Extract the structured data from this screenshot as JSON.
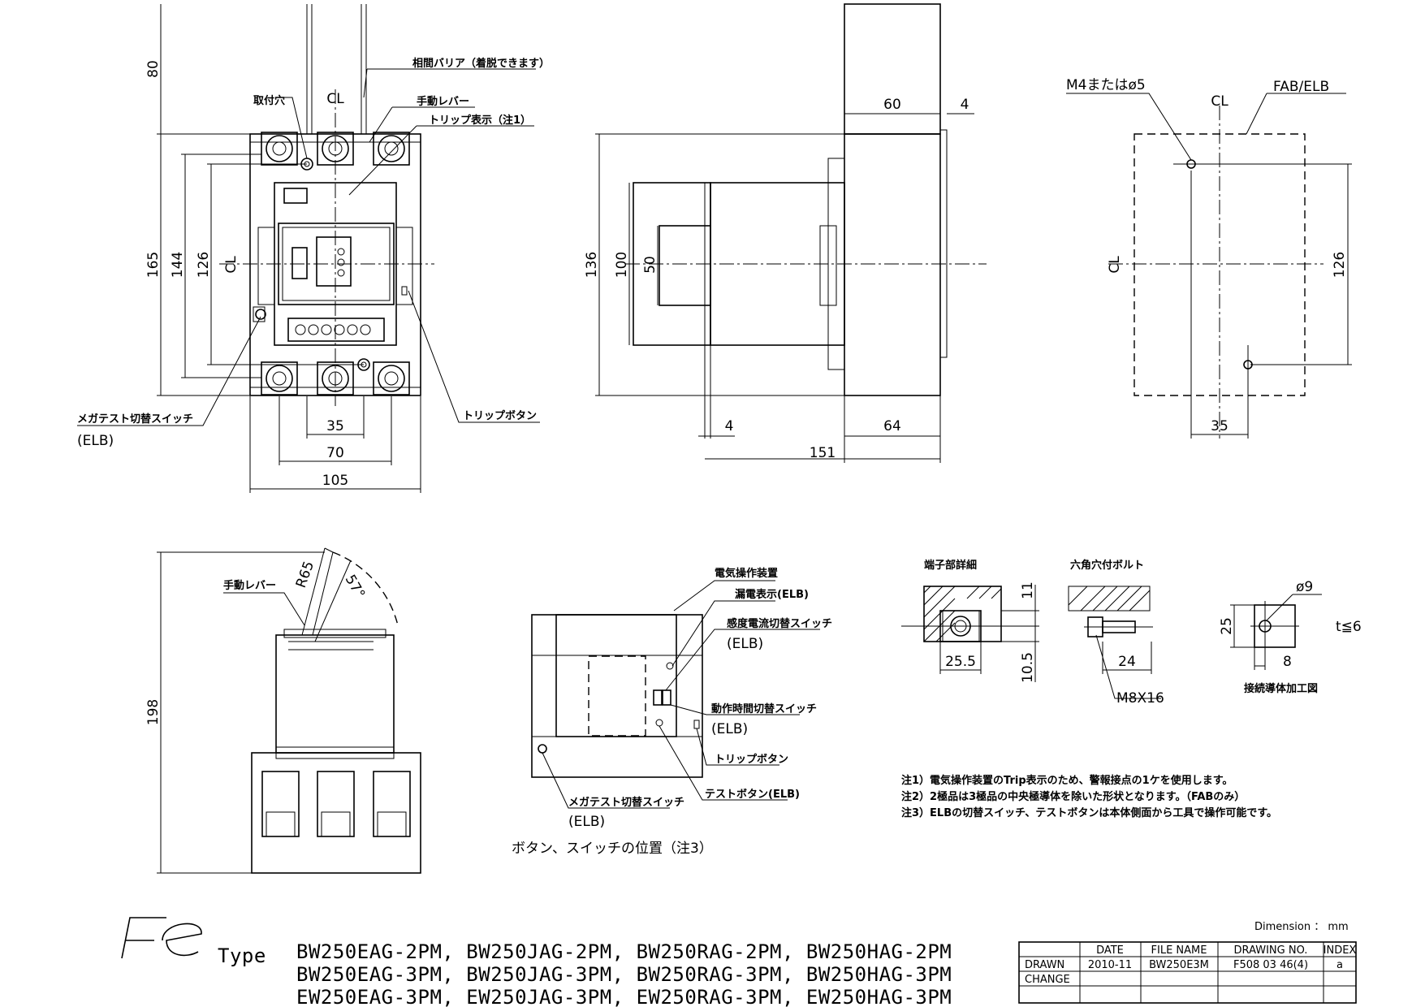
{
  "front_view": {
    "dims": {
      "h80": "80",
      "h165": "165",
      "h144": "144",
      "h126": "126",
      "w35": "35",
      "w70": "70",
      "w105": "105"
    },
    "labels": {
      "mount_hole": "取付穴",
      "barrier": "相間バリア（着脱できます）",
      "manual_lever": "手動レバー",
      "trip_indicator": "トリップ表示（注1）",
      "trip_button": "トリップボタン",
      "megatest_switch": "メガテスト切替スイッチ",
      "elb": "(ELB)"
    },
    "centerline": "CL"
  },
  "side_view": {
    "dims": {
      "d60": "60",
      "d4a": "4",
      "d136": "136",
      "d100": "100",
      "d50": "50",
      "d4b": "4",
      "d64": "64",
      "d151": "151"
    }
  },
  "cutout": {
    "labels": {
      "m4": "M4またはø5",
      "fab_elb": "FAB/ELB"
    },
    "dims": {
      "h126": "126",
      "w35": "35"
    },
    "centerline": "CL"
  },
  "lever_view": {
    "labels": {
      "manual_lever": "手動レバー",
      "r65": "R65",
      "angle": "57°"
    },
    "dims": {
      "h198": "198"
    }
  },
  "button_view": {
    "labels": {
      "operator": "電気操作装置",
      "leak_indicator": "漏電表示(ELB)",
      "sensitivity": "感度電流切替スイッチ",
      "elb1": "(ELB)",
      "time_switch": "動作時間切替スイッチ",
      "elb2": "(ELB)",
      "trip_button": "トリップボタン",
      "test_button": "テストボタン(ELB)",
      "megatest": "メガテスト切替スイッチ",
      "elb3": "(ELB)"
    },
    "caption": "ボタン、スイッチの位置（注3）"
  },
  "terminal": {
    "title": "端子部詳細",
    "dims": {
      "d11": "11",
      "d25_5": "25.5",
      "d10_5": "10.5"
    }
  },
  "bolt": {
    "title": "六角穴付ボルト",
    "dims": {
      "d24": "24",
      "m8": "M8X16"
    }
  },
  "conductor": {
    "caption": "接続導体加工図",
    "dims": {
      "phi9": "ø9",
      "d25": "25",
      "t": "t≦6",
      "d8": "8"
    }
  },
  "notes": [
    "注1）電気操作装置のTrip表示のため、警報接点の1ケを使用します。",
    "注2）2極品は3極品の中央極導体を除いた形状となります。（FABのみ）",
    "注3）ELBの切替スイッチ、テストボタンは本体側面から工具で操作可能です。"
  ],
  "dimension_unit": "Dimension ： mm",
  "logo": "Fe",
  "type_label": "Type",
  "types": [
    "BW250EAG-2PM, BW250JAG-2PM, BW250RAG-2PM, BW250HAG-2PM",
    "BW250EAG-3PM, BW250JAG-3PM, BW250RAG-3PM, BW250HAG-3PM",
    "EW250EAG-3PM, EW250JAG-3PM, EW250RAG-3PM, EW250HAG-3PM"
  ],
  "title_block": {
    "headers": [
      "DATE",
      "FILE NAME",
      "DRAWING NO.",
      "INDEX"
    ],
    "rows": [
      {
        "label": "DRAWN",
        "date": "2010-11",
        "file": "BW250E3M",
        "drawing": "F508 03 46(4)",
        "index": "a"
      },
      {
        "label": "CHANGE",
        "date": "",
        "file": "",
        "drawing": "",
        "index": ""
      }
    ]
  }
}
